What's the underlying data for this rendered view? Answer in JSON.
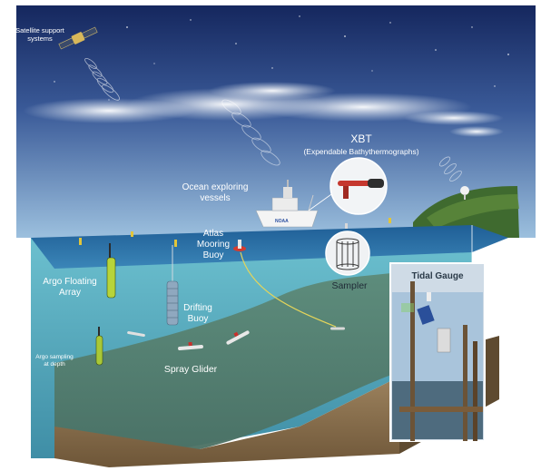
{
  "labels": {
    "satellite": [
      "Satellite support",
      "systems"
    ],
    "xbt_title": "XBT",
    "xbt_sub": "(Expendable Bathythermographs)",
    "vessels": [
      "Ocean exploring",
      "vessels"
    ],
    "atlas": [
      "Atlas",
      "Mooring",
      "Buoy"
    ],
    "sampler": "Sampler",
    "tidal_gauge": "Tidal Gauge",
    "argo_array": [
      "Argo Floating",
      "Array"
    ],
    "drifting": [
      "Drifting",
      "Buoy"
    ],
    "argo_depth": [
      "Argo sampling",
      "at depth"
    ],
    "spray_glider": "Spray Glider",
    "ship_name": "NOAA"
  },
  "colors": {
    "sky_top": "#1c2f6e",
    "sky_bottom": "#8fb4d8",
    "sea_surface": "#2d6fa6",
    "water_body": "#5fb0c2",
    "seafloor": "#6a8a72",
    "soil": "#8a7050",
    "label_white": "#ffffff",
    "label_dark": "#2a3a48"
  }
}
